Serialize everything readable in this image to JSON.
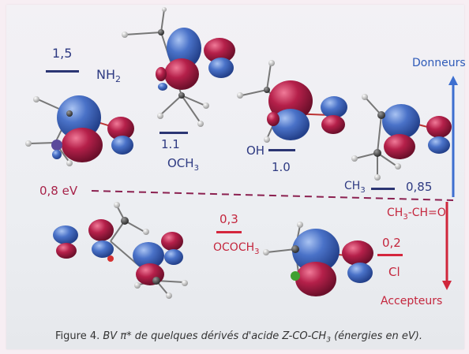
{
  "levels": {
    "nh2": {
      "value": "1,5",
      "group": "NH",
      "sub": "2"
    },
    "och3": {
      "value": "1.1",
      "group": "OCH",
      "sub": "3"
    },
    "oh": {
      "value": "1.0",
      "group": "OH"
    },
    "ch3": {
      "value": "0,85",
      "group": "CH",
      "sub": "3"
    },
    "threshold": {
      "value": "0,8 eV"
    },
    "ch3cho": {
      "group_pre": "CH",
      "sub": "3",
      "group_post": "-CH=O"
    },
    "ococh3": {
      "value": "0,3",
      "group": "OCOCH",
      "sub": "3"
    },
    "cl": {
      "value": "0,2",
      "group": "Cl"
    }
  },
  "axis": {
    "top_label": "Donneurs",
    "bottom_label": "Accepteurs"
  },
  "caption": {
    "prefix": "Figure 4.",
    "text_1": "BV π* de quelques dérivés d'acide Z-CO-CH",
    "sub": "3",
    "text_2": " (énergies en eV)."
  },
  "colors": {
    "donor": "#3d6fd0",
    "acceptor": "#d0263b",
    "lobe_blue": "#4a72c8",
    "lobe_red": "#b5204a"
  }
}
